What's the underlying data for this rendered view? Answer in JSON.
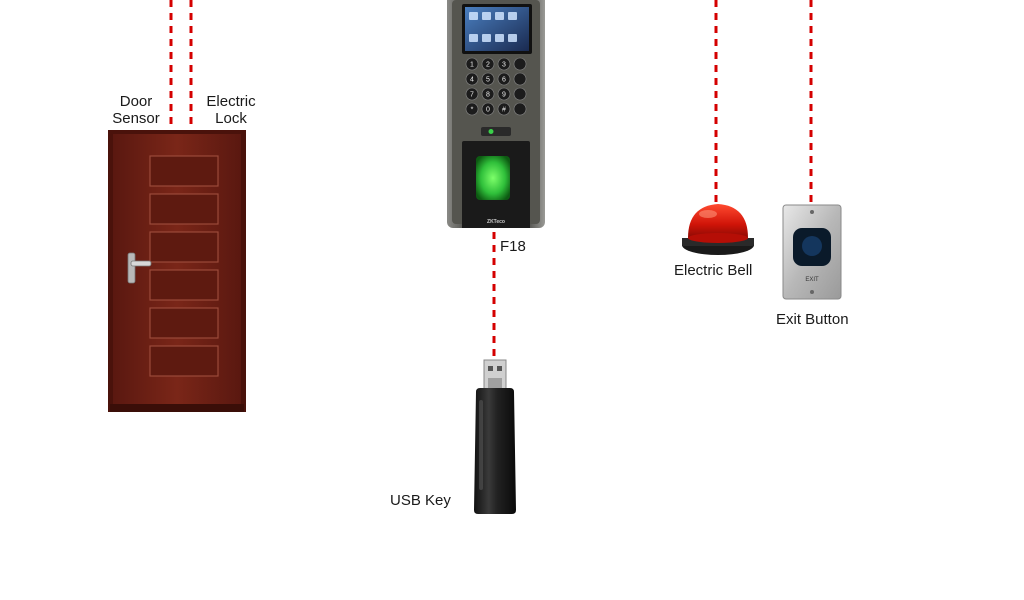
{
  "labels": {
    "door_sensor_line1": "Door",
    "door_sensor_line2": "Sensor",
    "electric_lock_line1": "Electric",
    "electric_lock_line2": "Lock",
    "device": "F18",
    "electric_bell": "Electric Bell",
    "exit_button": "Exit Button",
    "usb_key": "USB Key",
    "exit_plate_text": "EXIT",
    "device_brand": "ZKTeco"
  },
  "device_keypad": [
    "1",
    "2",
    "3",
    "4",
    "5",
    "6",
    "7",
    "8",
    "9",
    "*",
    "0",
    "#"
  ],
  "colors": {
    "wire": "#d40000",
    "door": "#6b1f14",
    "door_dark": "#4a120b",
    "device_body": "#5a5a58",
    "fingerprint_glow": "#2fbf3a",
    "bell_red": "#e01a10"
  }
}
